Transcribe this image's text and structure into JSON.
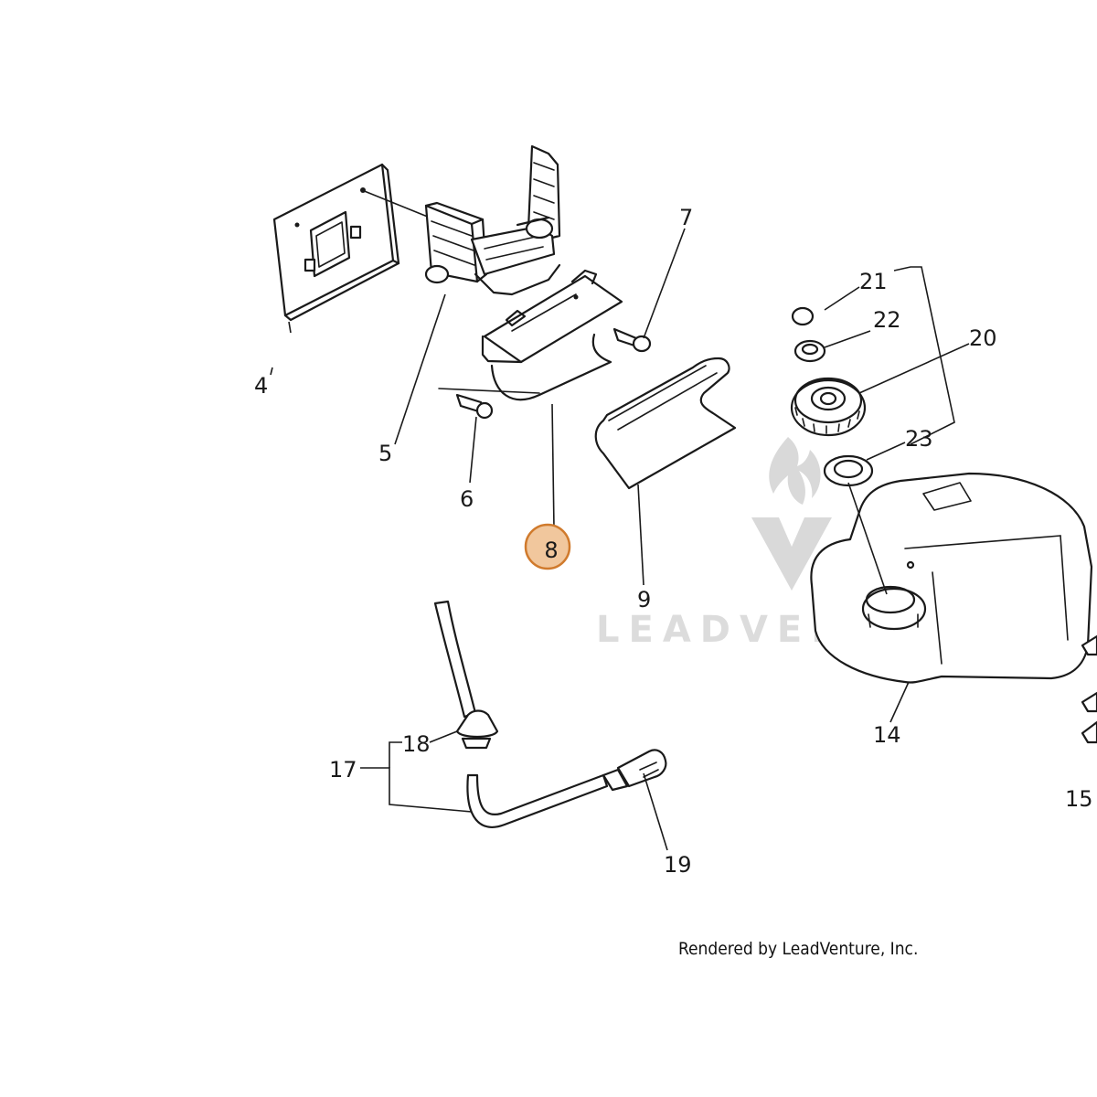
{
  "watermark": {
    "text": "LEADVENTURE"
  },
  "callouts": {
    "c4": "4",
    "c5": "5",
    "c6": "6",
    "c7": "7",
    "c8": "8",
    "c9": "9",
    "c14": "14",
    "c15": "15",
    "c17": "17",
    "c18": "18",
    "c19": "19",
    "c20": "20",
    "c21": "21",
    "c22": "22",
    "c23": "23"
  },
  "highlight": {
    "label": "8",
    "color": "#f1c79d"
  },
  "credit": "Rendered by LeadVenture, Inc."
}
